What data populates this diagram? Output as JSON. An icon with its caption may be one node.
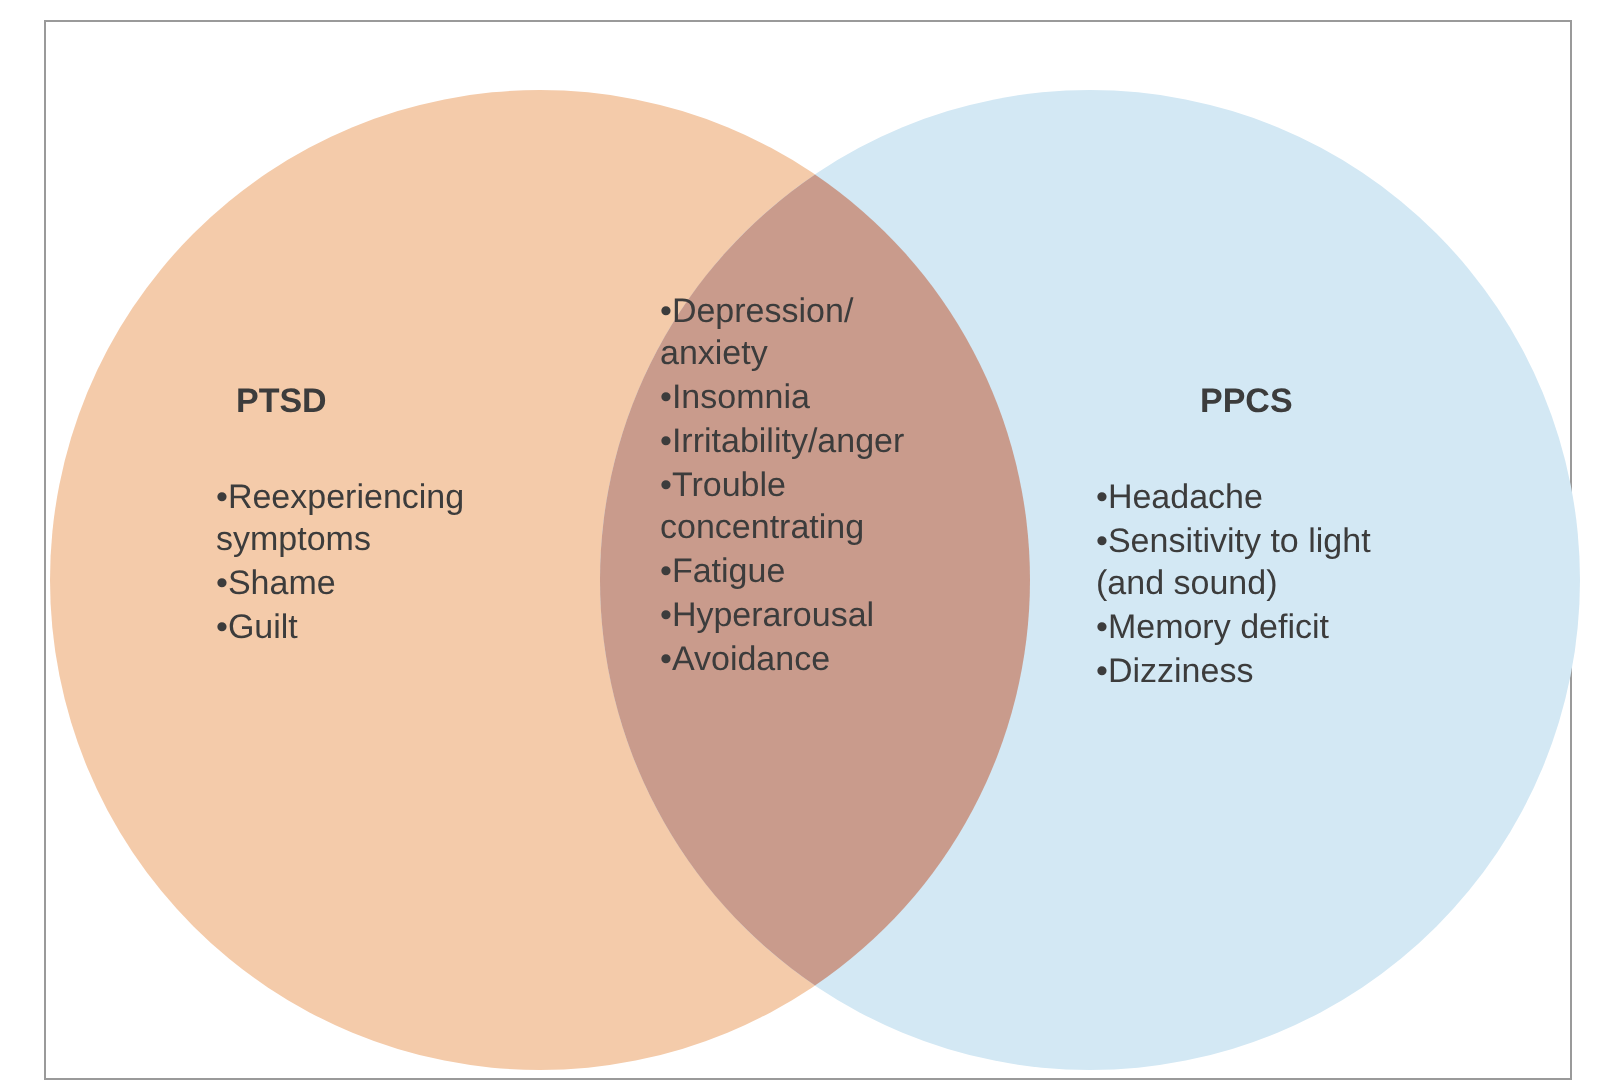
{
  "diagram": {
    "nodes": [
      {
        "text": [
          "PTSD",
          "•Reexperiencing symptoms",
          "•Shame",
          "•Guilt"
        ]
      },
      {
        "text": [
          "PPCS",
          "•Headache",
          "•Sensitivity to light (and sound)",
          "•Memory deficit",
          "•Dizziness"
        ]
      },
      {
        "text": [
          "•Depression/ anxiety",
          "•Insomnia",
          "•Irritability/anger",
          "•Trouble concentrating",
          "•Fatigue",
          "•Hyperarousal",
          "•Avoidance"
        ]
      }
    ],
    "edges": []
  }
}
